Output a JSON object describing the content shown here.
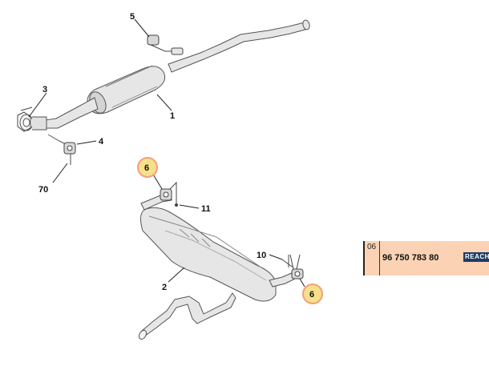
{
  "diagram": {
    "callouts": [
      {
        "id": "c5",
        "label": "5"
      },
      {
        "id": "c3",
        "label": "3"
      },
      {
        "id": "c1",
        "label": "1"
      },
      {
        "id": "c4",
        "label": "4"
      },
      {
        "id": "c70",
        "label": "70"
      },
      {
        "id": "c6a",
        "label": "6",
        "highlight": true
      },
      {
        "id": "c11",
        "label": "11"
      },
      {
        "id": "c10",
        "label": "10"
      },
      {
        "id": "c2",
        "label": "2"
      },
      {
        "id": "c6b",
        "label": "6",
        "highlight": true
      }
    ],
    "colors": {
      "part_fill": "#e6e6e6",
      "part_stroke": "#555555",
      "highlight": "#f6e08a",
      "highlight_ring": "#f2a07a"
    }
  },
  "reference": {
    "revision": "06",
    "part_number": "96 750 783 80",
    "badge": "REACH",
    "colors": {
      "background": "#fbd3b4",
      "badge": "#1f3b63"
    }
  }
}
